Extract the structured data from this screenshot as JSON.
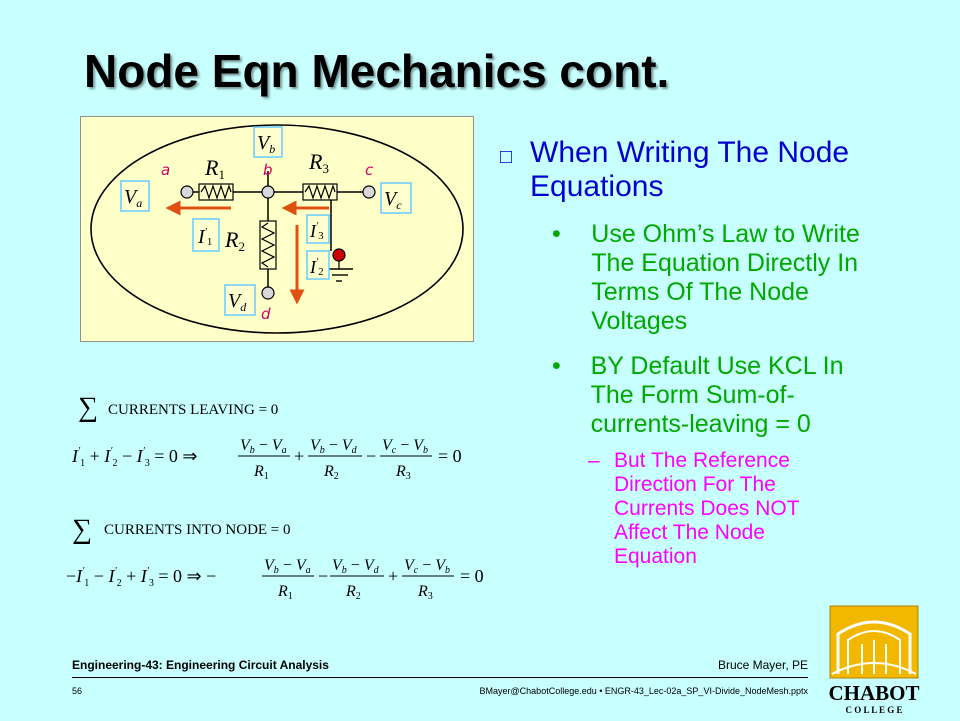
{
  "title": "Node Eqn Mechanics cont.",
  "bullets": {
    "main": "When Writing The Node Equations",
    "sub1": "Use Ohm’s Law to Write The Equation Directly In Terms Of The Node Voltages",
    "sub2": "BY Default Use KCL In The Form Sum-of-currents-leaving = 0",
    "sub3": "But The Reference Direction For The Currents Does NOT Affect The Node Equation"
  },
  "circuit": {
    "nodes": [
      "a",
      "b",
      "c",
      "d"
    ],
    "voltages": [
      "Va",
      "Vb",
      "Vc",
      "Vd"
    ],
    "resistors": [
      "R1",
      "R2",
      "R3"
    ],
    "currents": [
      "I1'",
      "I2'",
      "I3'"
    ]
  },
  "equations": {
    "sum_leaving_label": "CURRENTS LEAVING = 0",
    "sum_into_label": "CURRENTS INTO  NODE = 0"
  },
  "footer": {
    "course": "Engineering-43: Engineering Circuit Analysis",
    "author": "Bruce Mayer, PE",
    "page": "56",
    "file": "BMayer@ChabotCollege.edu  •  ENGR-43_Lec-02a_SP_VI-Divide_NodeMesh.pptx"
  },
  "logo": {
    "line1": "CHABOT",
    "line2": "C O L L E G E"
  },
  "colors": {
    "background": "#c8ffff",
    "bullet_main": "#0000cc",
    "bullet_sub": "#00a800",
    "bullet_sub2": "#ff00ff",
    "arrow": "#e05010"
  }
}
